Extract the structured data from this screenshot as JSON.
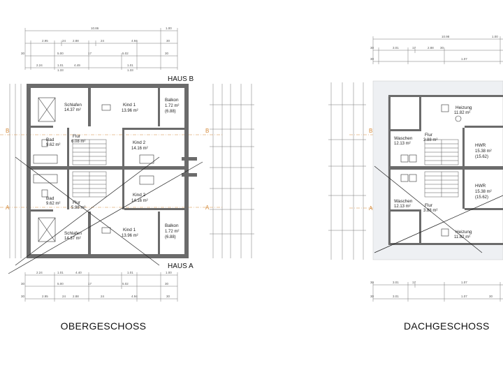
{
  "floors": {
    "og": {
      "title": "OBERGESCHOSS",
      "haus_b": "HAUS B",
      "haus_a": "HAUS A",
      "rooms": {
        "schlafen_top": "Schlafen",
        "schlafen_top_area": "14.37 m²",
        "kind1_top": "Kind 1",
        "kind1_top_area": "13.96 m²",
        "balkon_top": "Balkon",
        "balkon_top_area": "1.72 m²",
        "balkon_top_sub": "(6.88)",
        "flur_top": "Flur",
        "flur_top_area": "6.08 m²",
        "bad_top": "Bad",
        "bad_top_area": "9.62 m²",
        "kind2_top": "Kind 2",
        "kind2_top_area": "14.16 m²",
        "kind2_bot": "Kind 2",
        "kind2_bot_area": "14.16 m²",
        "bad_bot": "Bad",
        "bad_bot_area": "9.62 m²",
        "flur_bot": "Flur",
        "flur_bot_area": "5.98 m²",
        "schlafen_bot": "Schlafen",
        "schlafen_bot_area": "14.37 m²",
        "kind1_bot": "Kind 1",
        "kind1_bot_area": "13.96 m²",
        "balkon_bot": "Balkon",
        "balkon_bot_area": "1.72 m²",
        "balkon_bot_sub": "(6.88)"
      },
      "dims_top": [
        "10.86",
        "1.00",
        "2.95",
        "24",
        "2.88",
        "24",
        "4.94",
        "30",
        "30",
        "5.00",
        "17",
        "5.02",
        "30",
        "2.24",
        "1.01",
        "4.49",
        "1.01",
        "1.33",
        "1.33"
      ],
      "dims_bottom": [
        "2.24",
        "1.01",
        "4.40",
        "1.01",
        "1.00",
        "30",
        "5.00",
        "17",
        "5.02",
        "30",
        "30",
        "2.95",
        "24",
        "2.88",
        "24",
        "4.94",
        "30"
      ],
      "axis_labels": [
        "B",
        "A"
      ]
    },
    "dg": {
      "title": "DACHGESCHOSS",
      "rooms": {
        "heizung_top": "Heizung",
        "heizung_top_area": "11.82 m²",
        "flur_top": "Flur",
        "flur_top_area": "3.88 m²",
        "waschen_top": "Waschen",
        "waschen_top_area": "12.13 m²",
        "hwr_top": "HWR",
        "hwr_top_area": "15.38 m²",
        "hwr_top_sub": "(15.62)",
        "hwr_bot": "HWR",
        "hwr_bot_area": "15.38 m²",
        "hwr_bot_sub": "(15.62)",
        "waschen_bot": "Waschen",
        "waschen_bot_area": "12.13 m²",
        "flur_bot": "Flur",
        "flur_bot_area": "3.88 m²",
        "heizung_bot": "Heizung",
        "heizung_bot_area": "11.82 m²"
      },
      "dims_top": [
        "10.98",
        "1.00",
        "30",
        "3.01",
        "17",
        "2.88",
        "30",
        "1.07",
        "30"
      ],
      "dims_bottom": [
        "30",
        "3.01",
        "17",
        "1.07",
        "30",
        "3.01",
        "1.07",
        "30"
      ],
      "axis_labels": [
        "B",
        "A"
      ]
    }
  },
  "colors": {
    "axis": "#d58a3a",
    "wall": "#6b6b6b",
    "line": "#333333"
  }
}
